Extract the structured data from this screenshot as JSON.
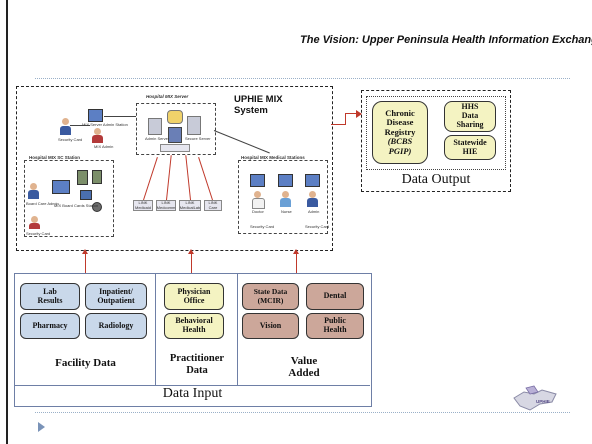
{
  "slide": {
    "title": "The Vision:  Upper Peninsula Health Information Exchange"
  },
  "mix_system": {
    "label_line1": "UPHIE MIX",
    "label_line2": "System",
    "server_label": "Hospital MIX Server",
    "left_station_label": "Hospital MIX SC Station",
    "right_station_label": "Hospital MIX Medical Stations",
    "interfaces": [
      "LINK Interface",
      "LINK Medicaid",
      "LINK Medcomm",
      "LINK MedicalLab",
      "LINK Care"
    ],
    "node_labels": [
      "MIX Server Admin Station",
      "MIX Admin",
      "Security Card",
      "Admin Server",
      "Secure Server",
      "Domain Mgr",
      "LINK Interface",
      "Board Care Admin",
      "MIX Board Cards Station",
      "Security Card",
      "Doctor",
      "Nurse",
      "Admin",
      "Security Card",
      "Security Card"
    ]
  },
  "data_output": {
    "label": "Data Output",
    "items": [
      {
        "line1": "Chronic",
        "line2": "Disease",
        "line3": "Registry",
        "line4": "(BCBS",
        "line5": "PGIP)"
      },
      {
        "line1": "HHS",
        "line2": "Data",
        "line3": "Sharing"
      },
      {
        "line1": "Statewide",
        "line2": "HIE"
      }
    ]
  },
  "data_input": {
    "label": "Data Input",
    "facility": {
      "label": "Facility Data",
      "items": [
        {
          "line1": "Lab",
          "line2": "Results"
        },
        {
          "line1": "Inpatient/",
          "line2": "Outpatient"
        },
        {
          "line1": "Pharmacy"
        },
        {
          "line1": "Radiology"
        }
      ]
    },
    "practitioner": {
      "label_line1": "Practitioner",
      "label_line2": "Data",
      "items": [
        {
          "line1": "Physician",
          "line2": "Office"
        },
        {
          "line1": "Behavioral",
          "line2": "Health"
        }
      ]
    },
    "value_added": {
      "label_line1": "Value",
      "label_line2": "Added",
      "items": [
        {
          "line1": "State Data",
          "line2": "(MCIR)"
        },
        {
          "line1": "Dental"
        },
        {
          "line1": "Vision"
        },
        {
          "line1": "Public",
          "line2": "Health"
        }
      ]
    }
  },
  "logo": {
    "text": "UPHIE"
  },
  "colors": {
    "arrow": "#c0392b",
    "facility_fill": "#c9d8ea",
    "practitioner_fill": "#f4f3c2",
    "value_fill": "#cca79a",
    "frame_border": "#6e7fa6",
    "dotted_line": "#9ab0c8",
    "output_fill": "#f4f3c2"
  },
  "icons": [
    "workstation-icon",
    "server-icon",
    "database-icon",
    "person-icon",
    "card-icon",
    "play-triangle-icon"
  ]
}
